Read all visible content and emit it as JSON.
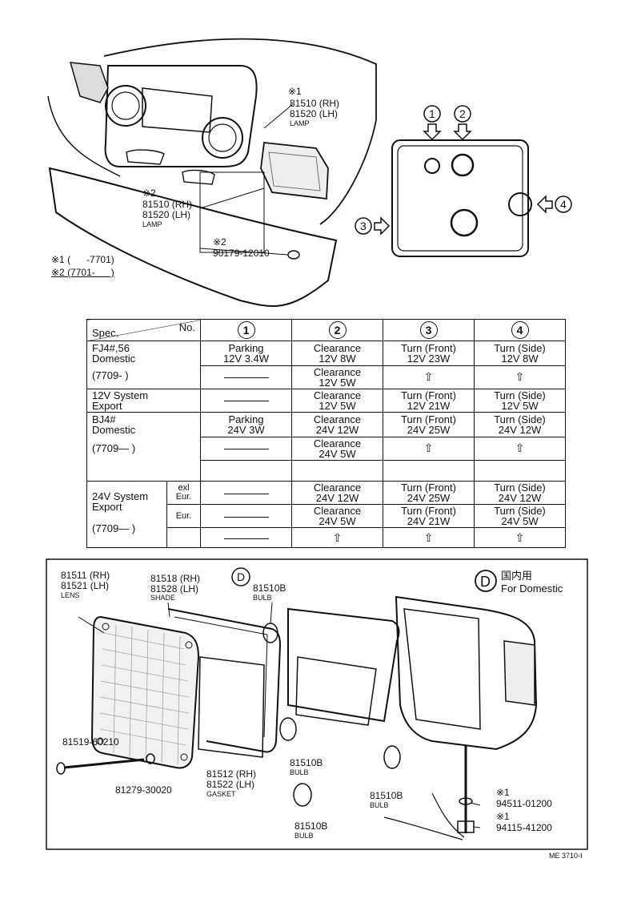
{
  "top": {
    "lamp_right": {
      "note": "※1",
      "parts": [
        "81510 (RH)",
        "81520 (LH)"
      ],
      "name": "LAMP"
    },
    "lamp_left": {
      "note": "※2",
      "parts": [
        "81510 (RH)",
        "81520 (LH)"
      ],
      "name": "LAMP"
    },
    "bolt_note": "※2",
    "bolt_part": "90179-12010",
    "footnotes": [
      "※1 (      -7701)",
      "※2 (7701-      )"
    ],
    "positions": [
      "1",
      "2",
      "3",
      "4"
    ]
  },
  "table": {
    "header_spec": "Spec.",
    "header_no": "No.",
    "cols": [
      "1",
      "2",
      "3",
      "4"
    ],
    "rows": [
      {
        "spec": "FJ4#,56",
        "sub": "Domestic",
        "c1": "Parking\n12V 3.4W",
        "c2": "Clearance\n12V 8W",
        "c3": "Turn (Front)\n12V 23W",
        "c4": "Turn (Side)\n12V 8W"
      },
      {
        "spec": "(7709-      )",
        "c1": "",
        "c2": "Clearance\n12V 5W",
        "c3": "⇧",
        "c4": "⇧"
      },
      {
        "spec": "12V System",
        "sub": "Export",
        "c1": "",
        "c2": "Clearance\n12V 5W",
        "c3": "Turn (Front)\n12V 21W",
        "c4": "Turn (Side)\n12V 5W"
      },
      {
        "spec": "BJ4#",
        "sub": "Domestic",
        "c1": "Parking\n24V 3W",
        "c2": "Clearance\n24V 12W",
        "c3": "Turn (Front)\n24V 25W",
        "c4": "Turn (Side)\n24V 12W"
      },
      {
        "spec": "(7709—      )",
        "c1": "",
        "c2": "Clearance\n24V 5W",
        "c3": "⇧",
        "c4": "⇧"
      },
      {
        "spec": "24V System",
        "sub": "Export",
        "opt1": "exl\nEur.",
        "opt2": "Eur.",
        "c1a": "",
        "c2a": "Clearance\n24V 12W",
        "c3a": "Turn (Front)\n24V 25W",
        "c4a": "Turn (Side)\n24V 12W",
        "c1b": "",
        "c2b": "Clearance\n24V 5W",
        "c3b": "Turn (Front)\n24V 21W",
        "c4b": "Turn (Side)\n24V 5W"
      },
      {
        "spec": "(7709—      )",
        "c1": "",
        "c2": "⇧",
        "c3": "⇧",
        "c4": "⇧"
      }
    ]
  },
  "bottom": {
    "lens": {
      "parts": [
        "81511 (RH)",
        "81521 (LH)"
      ],
      "name": "LENS"
    },
    "shade": {
      "parts": [
        "81518 (RH)",
        "81528 (LH)"
      ],
      "name": "SHADE"
    },
    "d_mark": "D",
    "bulb_top": {
      "part": "81510B",
      "name": "BULB"
    },
    "domestic": {
      "mark": "D",
      "jp": "国内用",
      "en": "For Domestic"
    },
    "screw": "81519-60210",
    "washer": "81279-30020",
    "gasket": {
      "parts": [
        "81512 (RH)",
        "81522 (LH)"
      ],
      "name": "GASKET"
    },
    "bulb_mid": {
      "part": "81510B",
      "name": "BULB"
    },
    "bulb_low": {
      "part": "81510B",
      "name": "BULB"
    },
    "bulb_right": {
      "part": "81510B",
      "name": "BULB"
    },
    "nut1": {
      "note": "※1",
      "part": "94511-01200"
    },
    "nut2": {
      "note": "※1",
      "part": "94115-41200"
    },
    "ref": "ME 3710-I"
  }
}
